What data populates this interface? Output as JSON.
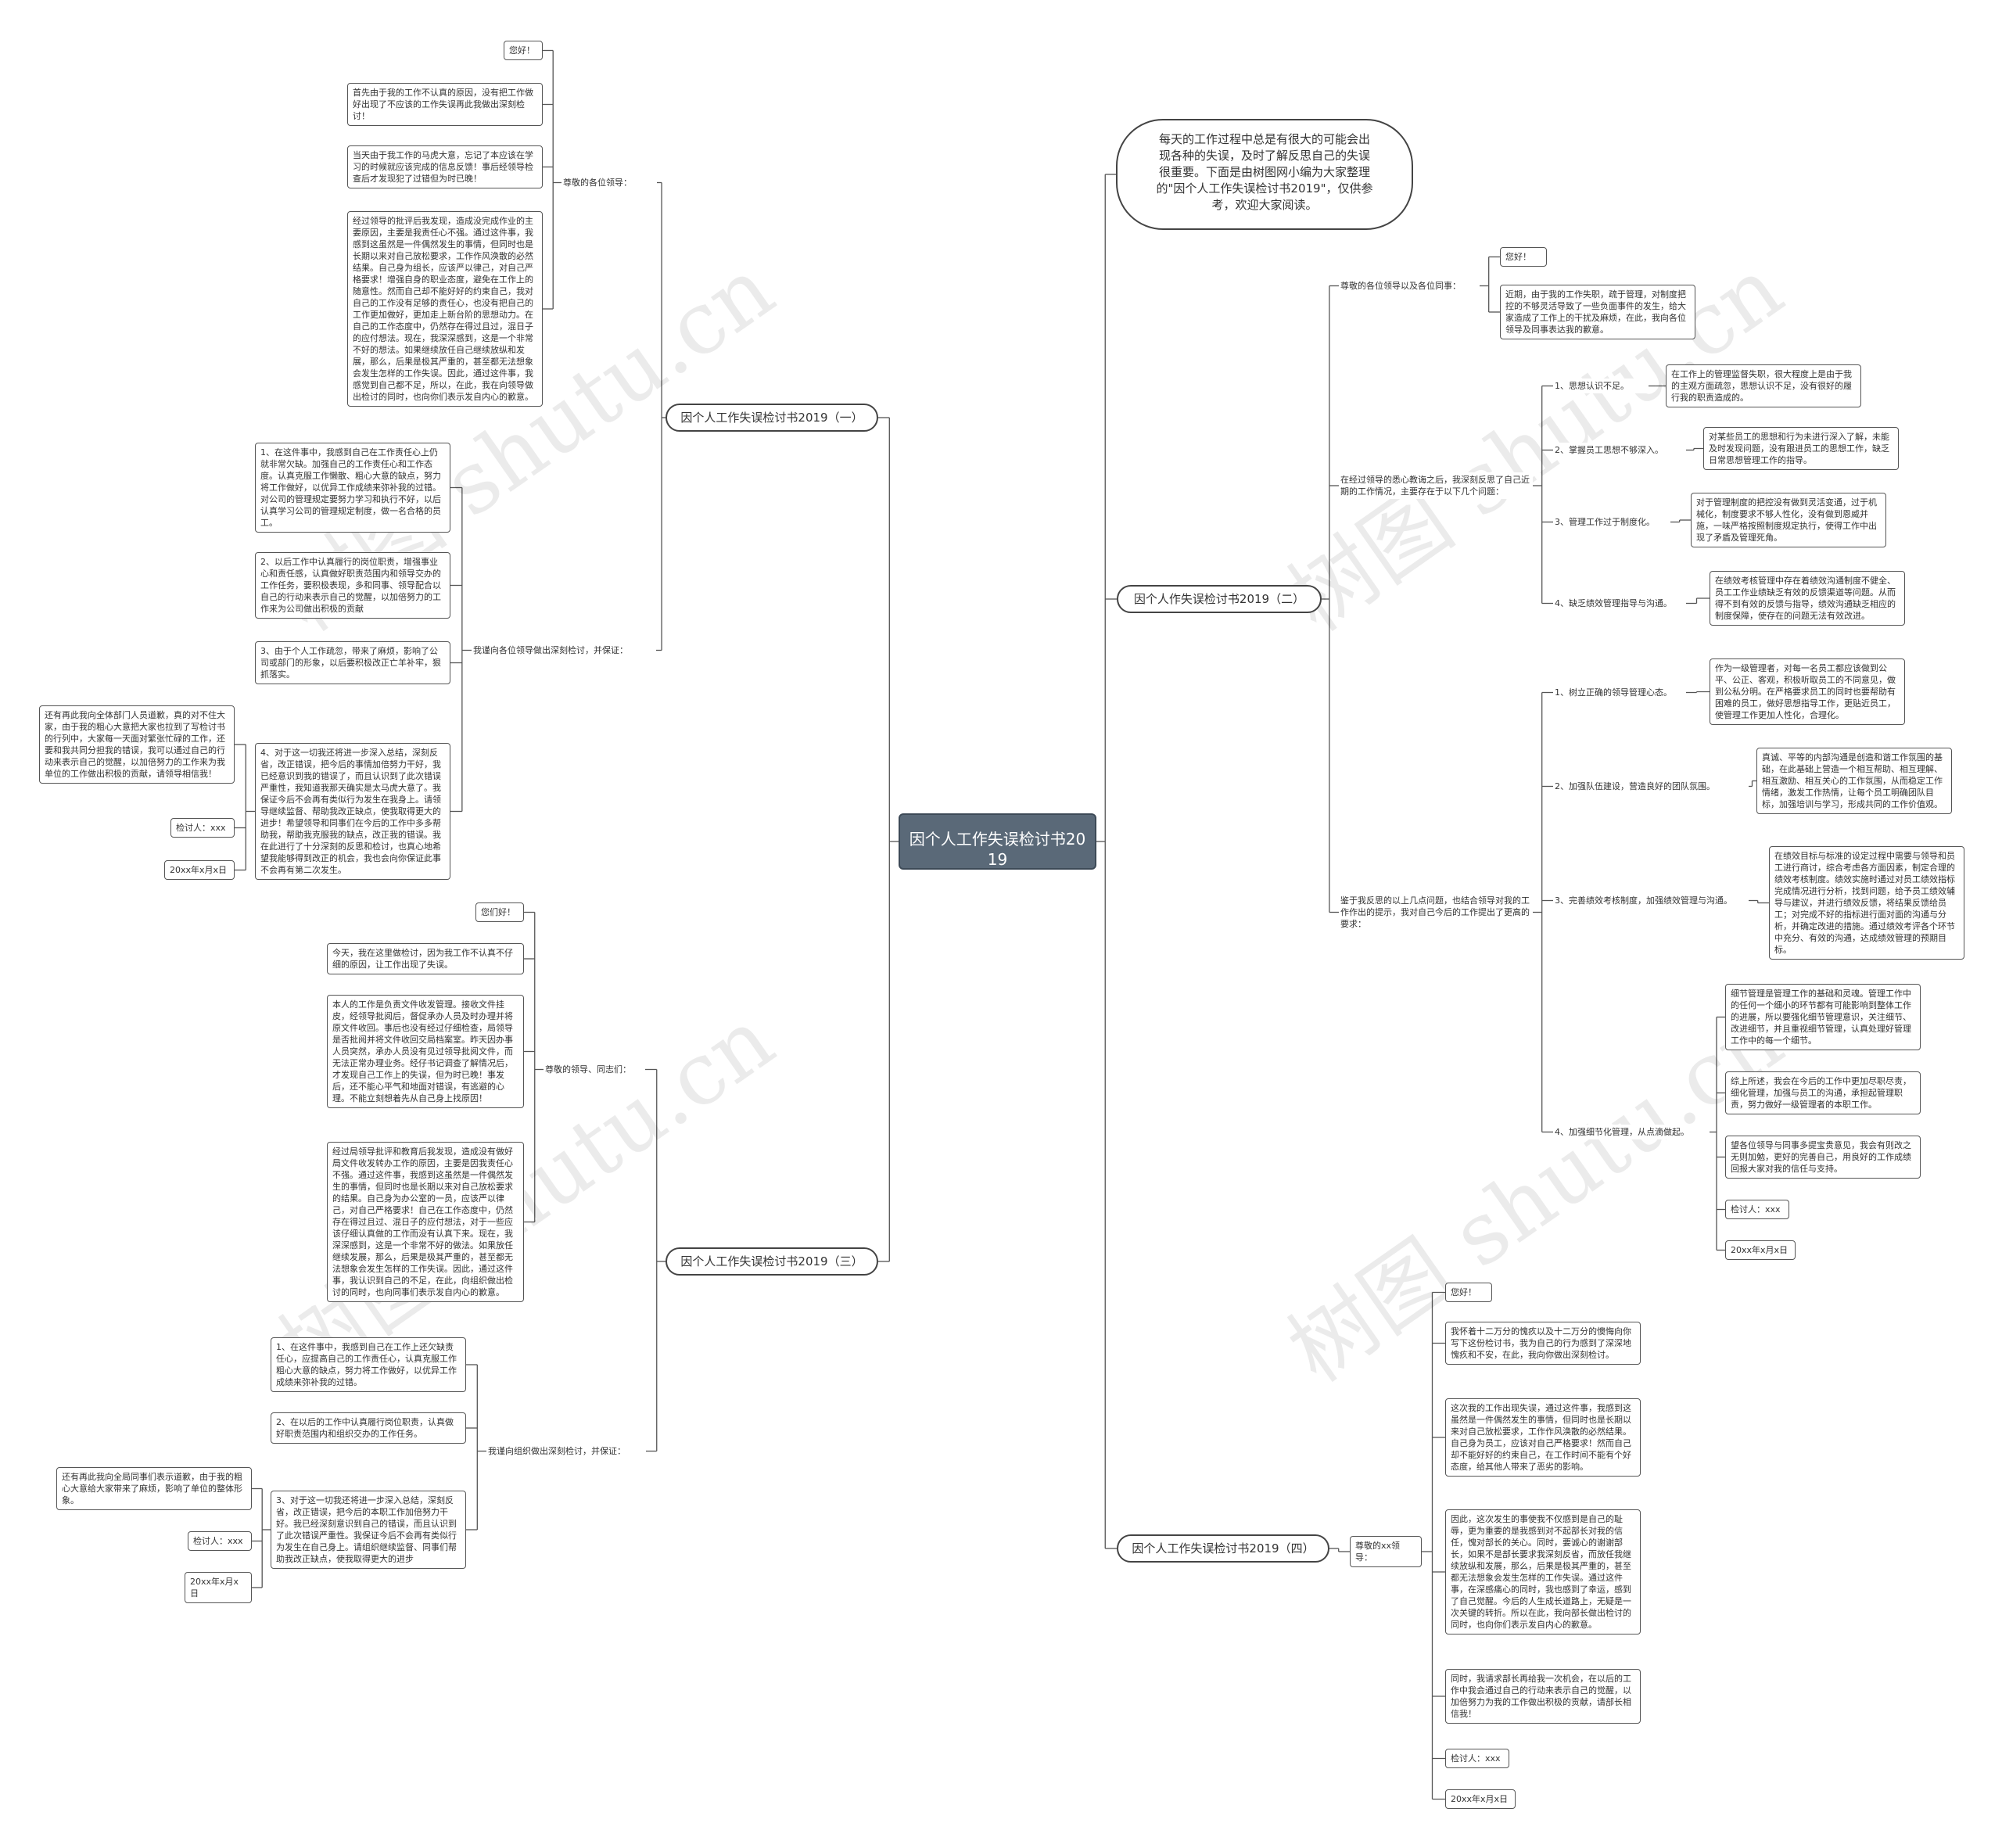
{
  "root": "因个人工作失误检讨书2019",
  "intro": "每天的工作过程中总是有很大的可能会出现各种的失误，及时了解反思自己的失误很重要。下面是由树图网小编为大家整理的\"因个人工作失误检讨书2019\"，仅供参考，欢迎大家阅读。",
  "b1": {
    "title": "因个人工作失误检讨书2019（一）",
    "g1_label": "尊敬的各位领导：",
    "g1": [
      "您好！",
      "首先由于我的工作不认真的原因，没有把工作做好出现了不应该的工作失误再此我做出深刻检讨！",
      "当天由于我工作的马虎大意，忘记了本应该在学习的时候就应该完成的信息反馈！事后经领导检查后才发现犯了过错但为时已晚！",
      "经过领导的批评后我发现，造成没完成作业的主要原因，主要是我责任心不强。通过这件事，我感到这虽然是一件偶然发生的事情，但同时也是长期以来对自己放松要求，工作作风涣散的必然结果。自己身为组长，应该严以律己，对自己严格要求！增强自身的职业态度，避免在工作上的随意性。然而自己却不能好好的约束自己，我对自己的工作没有足够的责任心，也没有把自己的工作更加做好，更加走上新台阶的思想动力。在自己的工作态度中，仍然存在得过且过，混日子的应付想法。现在，我深深感到，这是一个非常不好的想法。如果继续放任自己继续放纵和发展，那么，后果是极其严重的，甚至都无法想象会发生怎样的工作失误。因此，通过这件事，我感觉到自己都不足，所以，在此，我在向领导做出检讨的同时，也向你们表示发自内心的歉意。"
    ],
    "g2_label": "我谨向各位领导做出深刻检讨，并保证：",
    "g2": [
      "1、在这件事中，我感到自己在工作责任心上仍就非常欠缺。加强自己的工作责任心和工作态度。认真克服工作懒散、粗心大意的缺点，努力将工作做好，以优异工作成绩来弥补我的过错。对公司的管理规定要努力学习和执行不好，以后认真学习公司的管理规定制度，做一名合格的员工。",
      "2、以后工作中认真履行的岗位职责，增强事业心和责任感，认真做好职责范围内和领导交办的工作任务，要积极表现，多和同事、领导配合以自己的行动来表示自己的觉醒，以加倍努力的工作来为公司做出积极的贡献",
      "3、由于个人工作疏忽，带来了麻烦，影响了公司或部门的形象，以后要积极改正亡羊补牢，狠抓落实。",
      "4、对于这一切我还将进一步深入总结，深刻反省，改正错误，把今后的事情加倍努力干好，我已经意识到我的错误了，而且认识到了此次错误严重性，我知道我那天确实是太马虎大意了。我保证今后不会再有类似行为发生在我身上。请领导继续监督、帮助我改正缺点，使我取得更大的进步！希望领导和同事们在今后的工作中多多帮助我，帮助我克服我的缺点，改正我的错误。我在此进行了十分深刻的反思和检讨，也真心地希望我能够得到改正的机会，我也会向你保证此事不会再有第二次发生。"
    ],
    "g2_tail": [
      "还有再此我向全体部门人员道歉，真的对不住大家，由于我的粗心大意把大家也拉到了写检讨书的行列中，大家每一天面对繁张忙碌的工作，还要和我共同分担我的错误，我可以通过自己的行动来表示自己的觉醒，以加倍努力的工作来为我单位的工作做出积极的贡献，请领导相信我！",
      "检讨人：xxx",
      "20xx年x月x日"
    ]
  },
  "b2": {
    "title": "因个人作失误检讨书2019（二）",
    "g1_label": "尊敬的各位领导以及各位同事：",
    "g1": [
      "您好！",
      "近期，由于我的工作失职，疏于管理，对制度把控的不够灵活导致了一些负面事件的发生，给大家造成了工作上的干扰及麻烦，在此，我向各位领导及同事表达我的歉意。"
    ],
    "g2_label": "在经过领导的悉心教诲之后，我深刻反思了自己近期的工作情况，主要存在于以下几个问题：",
    "g2": [
      {
        "k": "1、思想认识不足。",
        "v": "在工作上的管理监督失职，很大程度上是由于我的主观方面疏忽，思想认识不足，没有很好的履行我的职责造成的。"
      },
      {
        "k": "2、掌握员工思想不够深入。",
        "v": "对某些员工的思想和行为未进行深入了解，未能及时发现问题，没有跟进员工的思想工作，缺乏日常思想管理工作的指导。"
      },
      {
        "k": "3、管理工作过于制度化。",
        "v": "对于管理制度的把控没有做到灵活变通，过于机械化，制度要求不够人性化，没有做到恩威并施，一味严格按照制度规定执行，使得工作中出现了矛盾及管理死角。"
      },
      {
        "k": "4、缺乏绩效管理指导与沟通。",
        "v": "在绩效考核管理中存在着绩效沟通制度不健全、员工工作业绩缺乏有效的反馈渠道等问题。从而得不到有效的反馈与指导，绩效沟通缺乏相应的制度保障，使存在的问题无法有效改进。"
      }
    ],
    "g3_label": "鉴于我反思的以上几点问题，也结合领导对我的工作作出的提示，我对自己今后的工作提出了更高的要求：",
    "g3": [
      {
        "k": "1、树立正确的领导管理心态。",
        "v": "作为一级管理者，对每一名员工都应该做到公平、公正、客观，积极听取员工的不同意见，做到公私分明。在严格要求员工的同时也要帮助有困难的员工，做好思想指导工作，更贴近员工，使管理工作更加人性化，合理化。"
      },
      {
        "k": "2、加强队伍建设，营造良好的团队氛围。",
        "v": "真诚、平等的内部沟通是创造和谐工作氛围的基础，在此基础上营造一个相互帮助、相互理解、相互激励、相互关心的工作氛围，从而稳定工作情绪，激发工作热情，让每个员工明确团队目标，加强培训与学习，形成共同的工作价值观。"
      },
      {
        "k": "3、完善绩效考核制度，加强绩效管理与沟通。",
        "v": "在绩效目标与标准的设定过程中需要与领导和员工进行商讨，综合考虑各方面因素，制定合理的绩效考核制度。绩效实施时通过对员工绩效指标完成情况进行分析，找到问题，给予员工绩效辅导与建议，并进行绩效反馈，将结果反馈给员工；对完成不好的指标进行面对面的沟通与分析，并确定改进的措施。通过绩效考评各个环节中充分、有效的沟通，达成绩效管理的预期目标。"
      },
      {
        "k": "4、加强细节化管理，从点滴做起。",
        "vs": [
          "细节管理是管理工作的基础和灵魂。管理工作中的任何一个细小的环节都有可能影响到整体工作的进展，所以要强化细节管理意识，关注细节、改进细节，并且重视细节管理，认真处理好管理工作中的每一个细节。",
          "综上所述，我会在今后的工作中更加尽职尽责，细化管理，加强与员工的沟通，承担起管理职责，努力做好一级管理者的本职工作。",
          "望各位领导与同事多提宝贵意见，我会有则改之无则加勉，更好的完善自己，用良好的工作成绩回报大家对我的信任与支持。",
          "检讨人：xxx",
          "20xx年x月x日"
        ]
      }
    ]
  },
  "b3": {
    "title": "因个人工作失误检讨书2019（三）",
    "g1_label": "尊敬的领导、同志们：",
    "g1": [
      "您们好！",
      "今天，我在这里做检讨，因为我工作不认真不仔细的原因，让工作出现了失误。",
      "本人的工作是负责文件收发管理。接收文件挂皮，经领导批阅后，督促承办人员及时办理并将原文件收回。事后也没有经过仔细检查，局领导是否批阅并将文件收回交局档案室。昨天因办事人员突然，承办人员没有见过领导批阅文件，而无法正常办理业务。经仔书记调查了解情况后，才发现自己工作上的失误，但为时已晚！事发后，还不能心平气和地面对错误，有逃避的心理。不能立刻想着先从自己身上找原因！",
      "经过局领导批评和教育后我发现，造成没有做好局文件收发转办工作的原因，主要是因我责任心不强。通过这件事，我感到这虽然是一件偶然发生的事情，但同时也是长期以来对自己放松要求的结果。自己身为办公室的一员，应该严以律己，对自己严格要求！自己在工作态度中，仍然存在得过且过、混日子的应付想法，对于一些应该仔细认真做的工作而没有认真下来。现在，我深深感到，这是一个非常不好的做法。如果放任继续发展，那么，后果是极其严重的，甚至都无法想象会发生怎样的工作失误。因此，通过这件事，我认识到自己的不足，在此，向组织做出检讨的同时，也向同事们表示发自内心的歉意。"
    ],
    "g2_label": "我谨向组织做出深刻检讨，并保证：",
    "g2": [
      "1、在这件事中，我感到自己在工作上还欠缺责任心，应提高自己的工作责任心，认真克服工作粗心大意的缺点，努力将工作做好，以优异工作成绩来弥补我的过错。",
      "2、在以后的工作中认真履行岗位职责，认真做好职责范围内和组织交办的工作任务。",
      "3、对于这一切我还将进一步深入总结，深刻反省，改正错误，把今后的本职工作加倍努力干好。我已经深刻意识到自己的错误，而且认识到了此次错误严重性。我保证今后不会再有类似行为发生在自己身上。请组织继续监督、同事们帮助我改正缺点，使我取得更大的进步"
    ],
    "g2_tail": [
      "还有再此我向全局同事们表示道歉，由于我的粗心大意给大家带来了麻烦，影响了单位的整体形象。",
      "检讨人：xxx",
      "20xx年x月x日"
    ]
  },
  "b4": {
    "title": "因个人工作失误检讨书2019（四）",
    "label": "尊敬的xx领导：",
    "items": [
      "您好！",
      "我怀着十二万分的愧疚以及十二万分的懊悔向你写下这份检讨书，我为自己的行为感到了深深地愧疚和不安，在此，我向你做出深刻检讨。",
      "这次我的工作出现失误，通过这件事，我感到这虽然是一件偶然发生的事情，但同时也是长期以来对自己放松要求，工作作风涣散的必然结果。自己身为员工，应该对自己严格要求！然而自己却不能好好的约束自己，在工作时间不能有个好态度，给其他人带来了恶劣的影响。",
      "因此，这次发生的事使我不仅感到是自己的耻辱，更为重要的是我感到对不起部长对我的信任，愧对部长的关心。同时，要诚心的谢谢部长，如果不是部长要求我深刻反省，而放任我继续放纵和发展，那么，后果是极其严重的，甚至都无法想象会发生怎样的工作失误。通过这件事，在深感痛心的同时，我也感到了幸运，感到了自己觉醒。今后的人生成长道路上，无疑是一次关键的转折。所以在此，我向部长做出检讨的同时，也向你们表示发自内心的歉意。",
      "同时，我请求部长再给我一次机会，在以后的工作中我会通过自己的行动来表示自己的觉醒，以加倍努力为我的工作做出积极的贡献，请部长相信我！",
      "检讨人：xxx",
      "20xx年x月x日"
    ]
  },
  "watermark": "树图 shutu.cn"
}
